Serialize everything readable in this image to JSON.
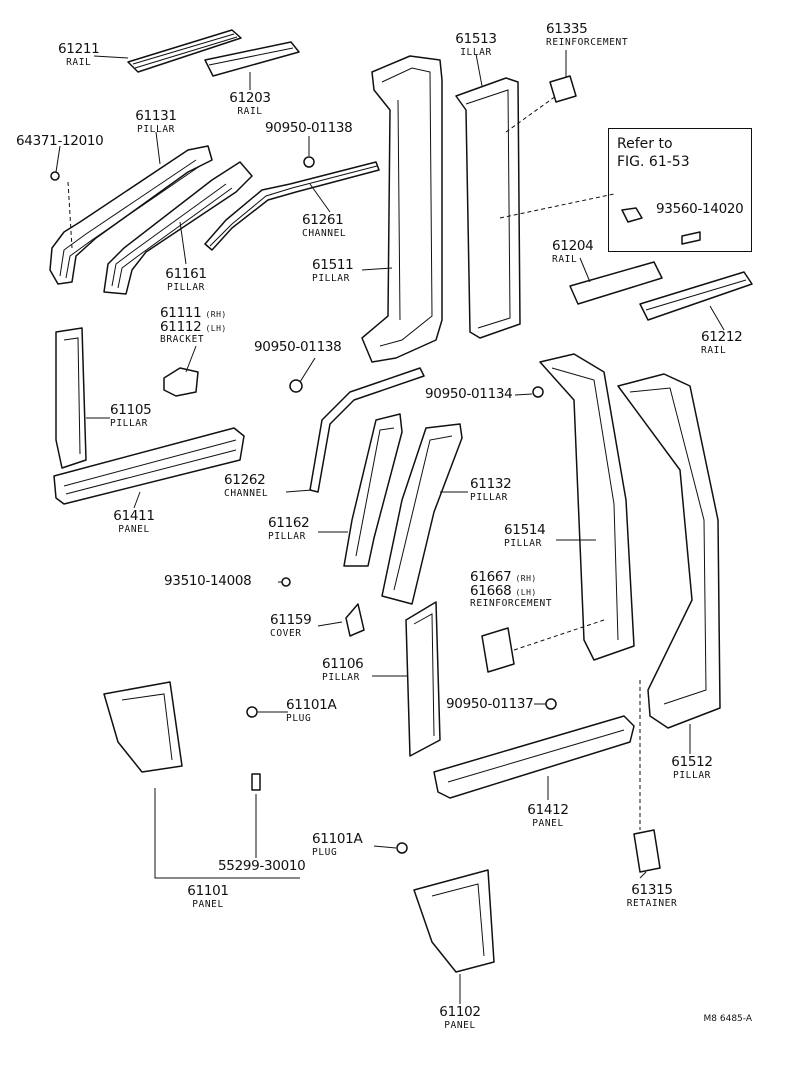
{
  "callouts": [
    {
      "id": "61211",
      "part": "61211",
      "name": "RAIL"
    },
    {
      "id": "61203",
      "part": "61203",
      "name": "RAIL"
    },
    {
      "id": "61131",
      "part": "61131",
      "name": "PILLAR"
    },
    {
      "id": "64371",
      "part": "64371-12010",
      "name": ""
    },
    {
      "id": "90950_01138_a",
      "part": "90950-01138",
      "name": ""
    },
    {
      "id": "61261",
      "part": "61261",
      "name": "CHANNEL"
    },
    {
      "id": "61161",
      "part": "61161",
      "name": "PILLAR"
    },
    {
      "id": "61513",
      "part": "61513",
      "name": "ILLAR"
    },
    {
      "id": "61511",
      "part": "61511",
      "name": "PILLAR"
    },
    {
      "id": "61335",
      "part": "61335",
      "name": "REINFORCEMENT"
    },
    {
      "id": "93560",
      "part": "93560-14020",
      "name": ""
    },
    {
      "id": "61204",
      "part": "61204",
      "name": "RAIL"
    },
    {
      "id": "61212",
      "part": "61212",
      "name": "RAIL"
    },
    {
      "id": "61111",
      "part": "61111",
      "suffix": "(RH)",
      "name": ""
    },
    {
      "id": "61112",
      "part": "61112",
      "suffix": "(LH)",
      "name": "BRACKET"
    },
    {
      "id": "90950_01138_b",
      "part": "90950-01138",
      "name": ""
    },
    {
      "id": "61105",
      "part": "61105",
      "name": "PILLAR"
    },
    {
      "id": "90950_01134",
      "part": "90950-01134",
      "name": ""
    },
    {
      "id": "61411",
      "part": "61411",
      "name": "PANEL"
    },
    {
      "id": "61262",
      "part": "61262",
      "name": "CHANNEL"
    },
    {
      "id": "61132",
      "part": "61132",
      "name": "PILLAR"
    },
    {
      "id": "61162",
      "part": "61162",
      "name": "PILLAR"
    },
    {
      "id": "61514",
      "part": "61514",
      "name": "PILLAR"
    },
    {
      "id": "93510",
      "part": "93510-14008",
      "name": ""
    },
    {
      "id": "61667",
      "part": "61667",
      "suffix": "(RH)",
      "name": ""
    },
    {
      "id": "61668",
      "part": "61668",
      "suffix": "(LH)",
      "name": "REINFORCEMENT"
    },
    {
      "id": "61159",
      "part": "61159",
      "name": "COVER"
    },
    {
      "id": "61106",
      "part": "61106",
      "name": "PILLAR"
    },
    {
      "id": "61101A_a",
      "part": "61101A",
      "name": "PLUG"
    },
    {
      "id": "90950_01137",
      "part": "90950-01137",
      "name": ""
    },
    {
      "id": "61412",
      "part": "61412",
      "name": "PANEL"
    },
    {
      "id": "61512",
      "part": "61512",
      "name": "PILLAR"
    },
    {
      "id": "61101A_b",
      "part": "61101A",
      "name": "PLUG"
    },
    {
      "id": "55299",
      "part": "55299-30010",
      "name": ""
    },
    {
      "id": "61101",
      "part": "61101",
      "name": "PANEL"
    },
    {
      "id": "61315",
      "part": "61315",
      "name": "RETAINER"
    },
    {
      "id": "61102",
      "part": "61102",
      "name": "PANEL"
    }
  ],
  "reference_box": {
    "line1": "Refer to",
    "line2": "FIG. 61-53"
  },
  "drawing_code": "M8 6485-A"
}
